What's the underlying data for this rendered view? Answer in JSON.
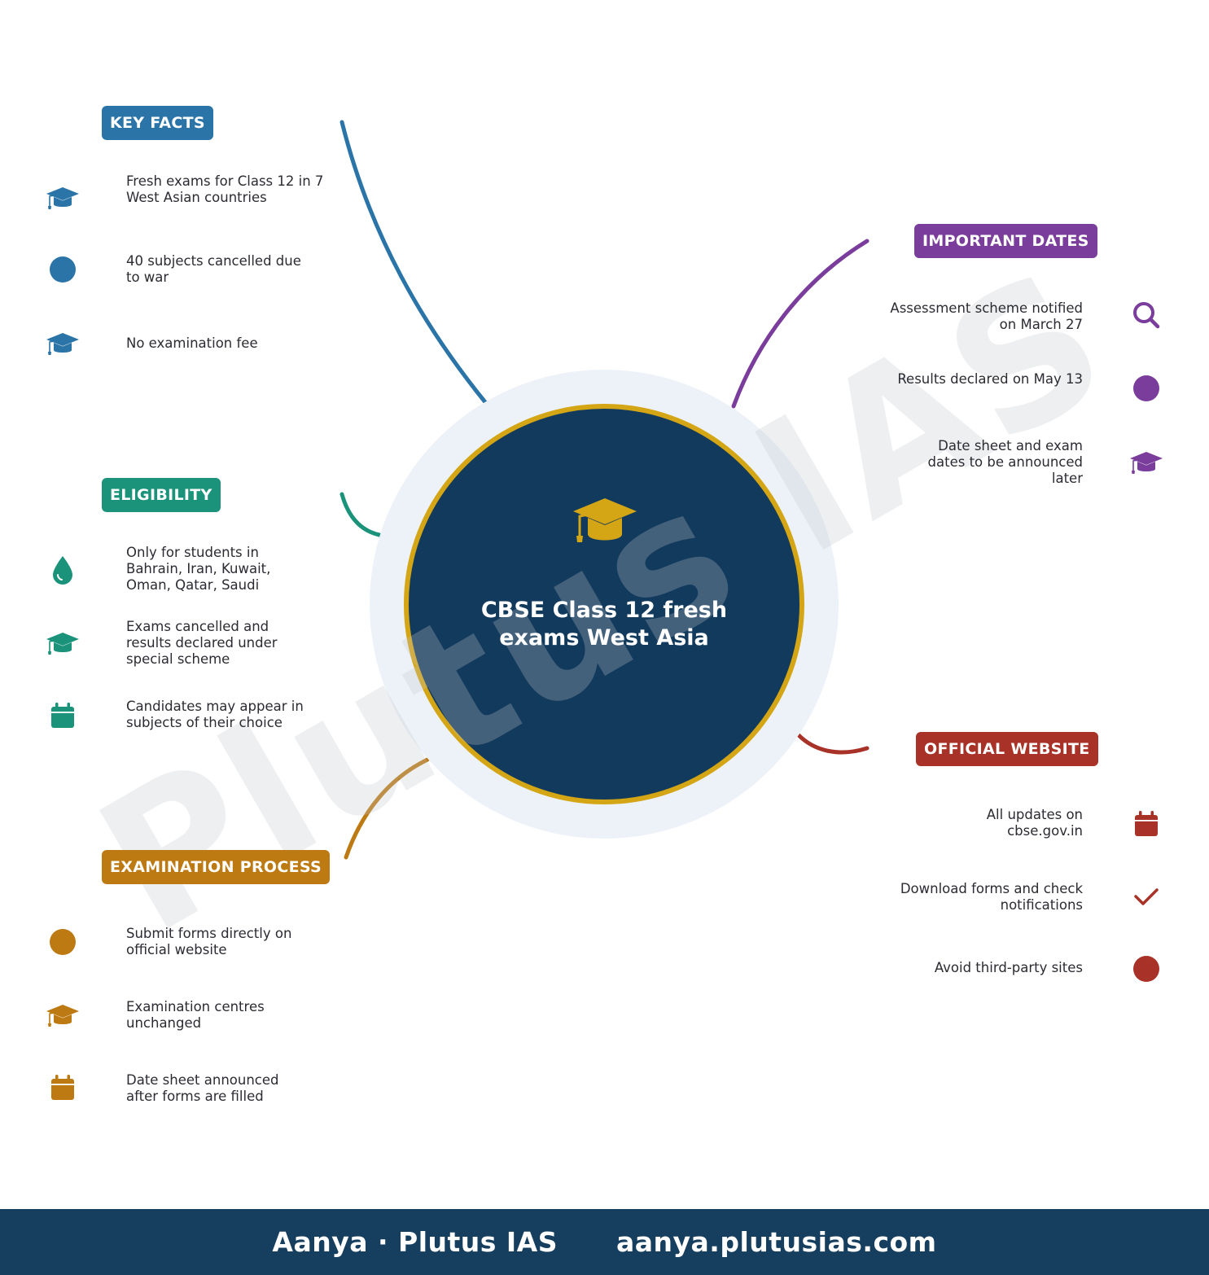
{
  "center": {
    "title": "CBSE Class 12 fresh exams West Asia",
    "icon": "graduation-cap-icon",
    "colors": {
      "fill": "#123a5c",
      "ring": "#d4a514",
      "halo": "#edf2f8",
      "icon": "#d4a514"
    }
  },
  "watermark": "Plutus IAS",
  "sections": {
    "key_facts": {
      "label": "KEY FACTS",
      "color": "#2b74a8",
      "items": [
        {
          "text": "Fresh exams for Class 12 in 7 West Asian countries",
          "icon": "graduation-cap-icon"
        },
        {
          "text": "40 subjects cancelled due to war",
          "icon": "circle-icon"
        },
        {
          "text": "No examination fee",
          "icon": "graduation-cap-icon"
        }
      ]
    },
    "eligibility": {
      "label": "ELIGIBILITY",
      "color": "#1a937a",
      "items": [
        {
          "text": "Only for students in Bahrain, Iran, Kuwait, Oman, Qatar, Saudi",
          "icon": "droplet-icon"
        },
        {
          "text": "Exams cancelled and results declared under special scheme",
          "icon": "graduation-cap-icon"
        },
        {
          "text": "Candidates may appear in subjects of their choice",
          "icon": "calendar-icon"
        }
      ]
    },
    "examination_process": {
      "label": "EXAMINATION PROCESS",
      "color": "#bd7a12",
      "items": [
        {
          "text": "Submit forms directly on official website",
          "icon": "circle-icon"
        },
        {
          "text": "Examination centres unchanged",
          "icon": "graduation-cap-icon"
        },
        {
          "text": "Date sheet announced after forms are filled",
          "icon": "calendar-icon"
        }
      ]
    },
    "important_dates": {
      "label": "IMPORTANT DATES",
      "color": "#7a3d9b",
      "items": [
        {
          "text": "Assessment scheme notified on March 27",
          "icon": "search-icon"
        },
        {
          "text": "Results declared on May 13",
          "icon": "circle-icon"
        },
        {
          "text": "Date sheet and exam dates to be announced later",
          "icon": "graduation-cap-icon"
        }
      ]
    },
    "official_website": {
      "label": "OFFICIAL WEBSITE",
      "color": "#a83228",
      "items": [
        {
          "text": "All updates on cbse.gov.in",
          "icon": "calendar-icon"
        },
        {
          "text": "Download forms and check notifications",
          "icon": "checkmark-icon"
        },
        {
          "text": "Avoid third-party sites",
          "icon": "circle-icon"
        }
      ]
    }
  },
  "footer": {
    "author": "Aanya · Plutus IAS",
    "website": "aanya.plutusias.com",
    "background": "#163f5f"
  }
}
